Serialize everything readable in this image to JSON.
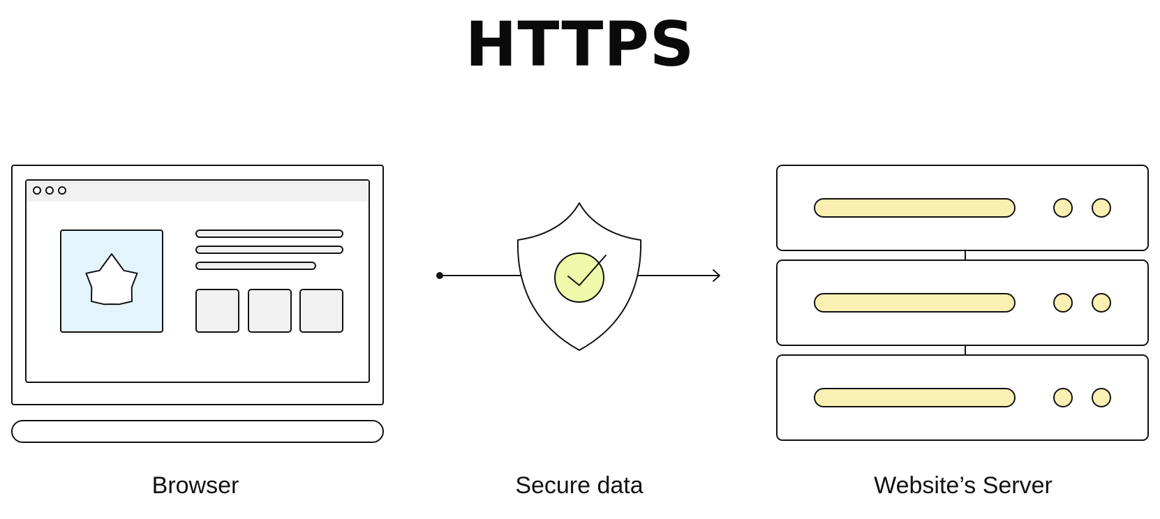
{
  "title": "HTTPS",
  "browser": {
    "label": "Browser",
    "icons": [
      "star-icon"
    ]
  },
  "channel": {
    "label": "Secure data",
    "icons": [
      "shield-icon",
      "checkmark-icon",
      "arrow-right-icon"
    ]
  },
  "server": {
    "label": "Website’s Server",
    "units": 3
  },
  "colors": {
    "stroke": "#111111",
    "browser_bar": "#f0f0f0",
    "image_tile": "#e3f4fd",
    "card_fill": "#f2f2f2",
    "check_fill": "#eefaaa",
    "server_accent": "#fbf0b3"
  }
}
